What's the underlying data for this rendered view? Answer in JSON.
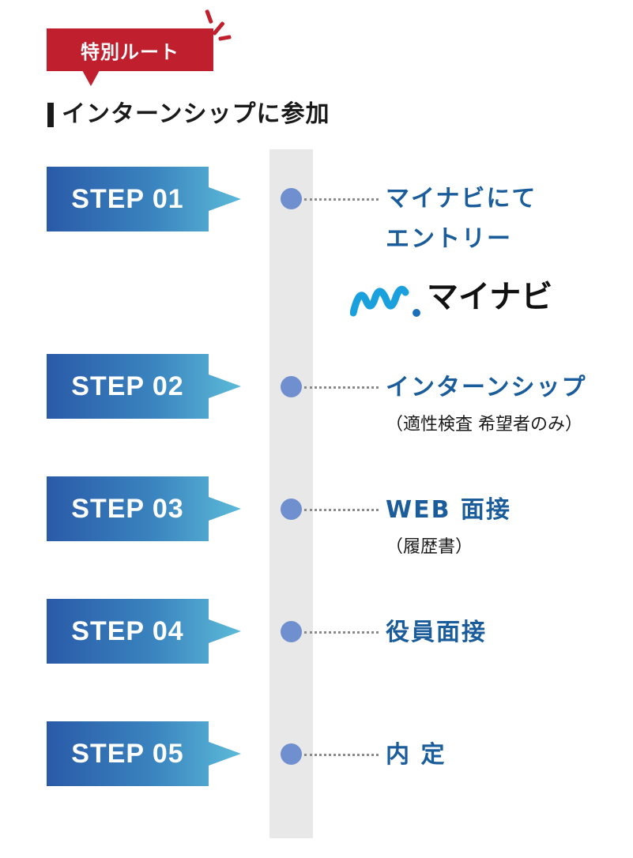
{
  "badge": {
    "label": "特別ルート"
  },
  "heading": "インターンシップに参加",
  "logo": {
    "text": "マイナビ"
  },
  "steps": [
    {
      "label": "STEP 01",
      "title_line1": "マイナビにて",
      "title_line2": "エントリー"
    },
    {
      "label": "STEP 02",
      "title": "インターンシップ",
      "sub": "（適性検査 希望者のみ）"
    },
    {
      "label": "STEP 03",
      "title": "WEB 面接",
      "sub": "（履歴書）"
    },
    {
      "label": "STEP 04",
      "title": "役員面接"
    },
    {
      "label": "STEP 05",
      "title": "内 定"
    }
  ],
  "colors": {
    "badge": "#c0202e",
    "step_gradient_start": "#2a5aa8",
    "step_gradient_end": "#5cbad8",
    "step_title": "#1a5d9a",
    "dot": "#6f8fcf",
    "timeline": "#e8e8e8",
    "logo_mark": "#1aa0dc"
  }
}
